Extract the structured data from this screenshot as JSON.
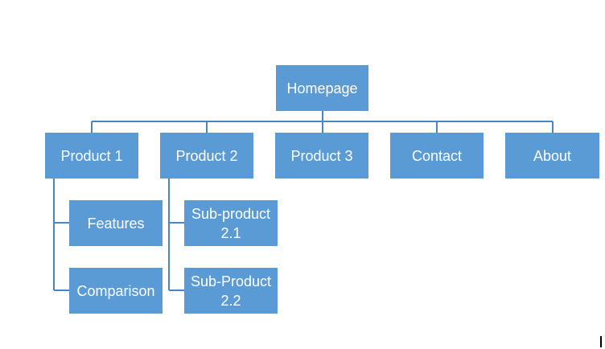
{
  "diagram": {
    "root": {
      "label": "Homepage"
    },
    "level1": [
      {
        "label": "Product 1"
      },
      {
        "label": "Product 2"
      },
      {
        "label": "Product 3"
      },
      {
        "label": "Contact"
      },
      {
        "label": "About"
      }
    ],
    "product1_children": [
      {
        "label": "Features"
      },
      {
        "label": "Comparison"
      }
    ],
    "product2_children": [
      {
        "label": "Sub-product 2.1"
      },
      {
        "label": "Sub-Product 2.2"
      }
    ]
  },
  "colors": {
    "node_fill": "#5b9bd5",
    "node_text": "#ffffff",
    "connector": "#4a86c0"
  }
}
